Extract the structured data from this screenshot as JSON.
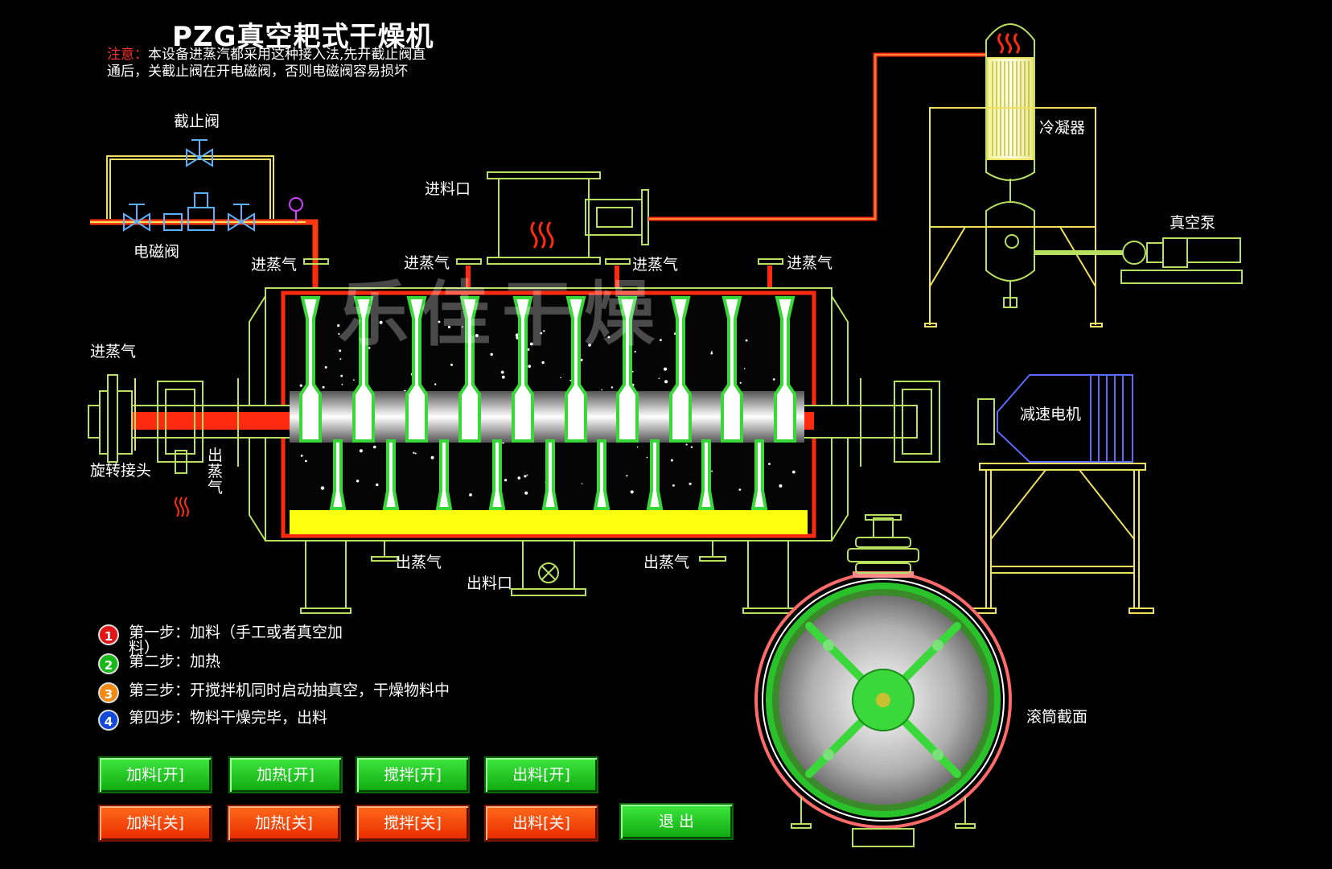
{
  "title": "PZG真空耙式干燥机",
  "notice": {
    "prefix": "注意：",
    "line1": "本设备进蒸汽都采用这种接入法,先开截止阀直",
    "line2": "通后，关截止阀在开电磁阀，否则电磁阀容易损坏"
  },
  "watermark": "乐佳干燥",
  "labels": {
    "stop_valve": "截止阀",
    "solenoid_valve": "电磁阀",
    "feed_port": "进料口",
    "steam_in": "进蒸气",
    "steam_out": "出蒸气",
    "steam_out_vertical": "出蒸气",
    "rotary_joint": "旋转接头",
    "discharge_port": "出料口",
    "condenser": "冷凝器",
    "vacuum_pump": "真空泵",
    "reducer_motor": "减速电机",
    "drum_section": "滚筒截面"
  },
  "steps": [
    {
      "num": "1",
      "color": "#e01515",
      "text": "第一步：加料（手工或者真空加料）"
    },
    {
      "num": "2",
      "color": "#18b818",
      "text": "第二步：加热"
    },
    {
      "num": "3",
      "color": "#f08a10",
      "text": "第三步：开搅拌机同时启动抽真空，干燥物料中"
    },
    {
      "num": "4",
      "color": "#1448d8",
      "text": "第四步：物料干燥完毕，出料"
    }
  ],
  "buttons": {
    "feed_on": "加料[开]",
    "heat_on": "加热[开]",
    "stir_on": "搅拌[开]",
    "discharge_on": "出料[开]",
    "feed_off": "加料[关]",
    "heat_off": "加热[关]",
    "stir_off": "搅拌[关]",
    "discharge_off": "出料[关]",
    "exit": "退 出"
  },
  "colors": {
    "outline": "#b8e060",
    "pipe_yellow": "#f0e060",
    "steam_red": "#ff2a10",
    "paddle_green": "#38d838",
    "material_yellow": "#ffff10"
  }
}
